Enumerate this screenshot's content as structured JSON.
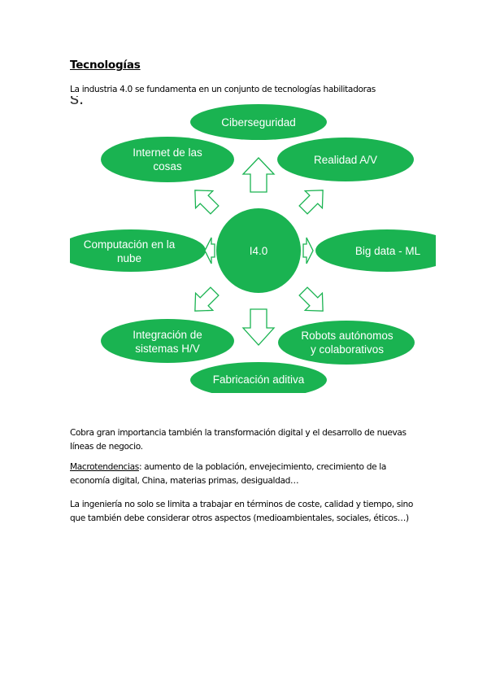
{
  "section_title": "Tecnologías",
  "intro": "La industria 4.0 se fundamenta en un conjunto de tecnologías habilitadoras",
  "clipped_char": "s.",
  "diagram": {
    "center": "I4.0",
    "nodes": {
      "top": "Ciberseguridad",
      "top_left": [
        "Internet de las",
        "cosas"
      ],
      "top_right": "Realidad A/V",
      "left": [
        "Computación en la",
        "nube"
      ],
      "right": "Big data - ML",
      "bottom_left": [
        "Integración de",
        "sistemas H/V"
      ],
      "bottom_right": [
        "Robots autónomos",
        "y colaborativos"
      ],
      "bottom": "Fabricación aditiva"
    },
    "colors": {
      "fill": "#1ab351",
      "arrow_stroke": "#1ab351",
      "text": "#ffffff"
    }
  },
  "paragraphs": {
    "p1": [
      "Cobra gran importancia también la transformación digital y el desarrollo de nuevas",
      "líneas de negocio."
    ],
    "macro_label": "Macrotendencias",
    "macro_rest": ": aumento de la población, envejecimiento, crecimiento de la",
    "macro_line2": "economía digital, China, materias primas, desigualdad…",
    "p3": [
      "La ingeniería no solo se limita a trabajar en términos de coste, calidad y tiempo, sino",
      "que también debe considerar otros aspectos (medioambientales, sociales, éticos…)"
    ]
  }
}
